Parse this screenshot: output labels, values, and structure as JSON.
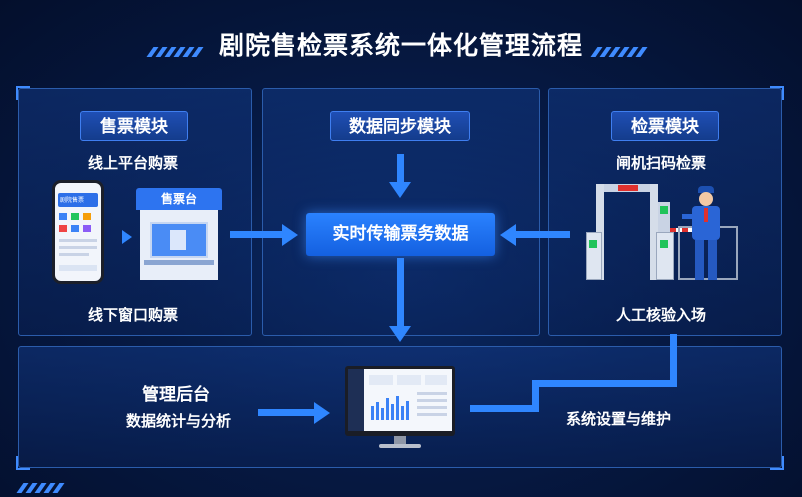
{
  "title": "剧院售检票系统一体化管理流程",
  "sell_module": {
    "tag": "售票模块",
    "online_label": "线上平台购票",
    "offline_label": "线下窗口购票",
    "booth_label": "售票台",
    "phone_app_title": "剧院售票"
  },
  "sync_module": {
    "tag": "数据同步模块",
    "center_label": "实时传输票务数据"
  },
  "check_module": {
    "tag": "检票模块",
    "gate_label": "闸机扫码检票",
    "manual_label": "人工核验入场"
  },
  "admin": {
    "title": "管理后台",
    "subtitle": "数据统计与分析",
    "settings_label": "系统设置与维护"
  },
  "colors": {
    "accent": "#2f86ff",
    "panel_border": "#2b5cab",
    "background": "#061a45"
  }
}
